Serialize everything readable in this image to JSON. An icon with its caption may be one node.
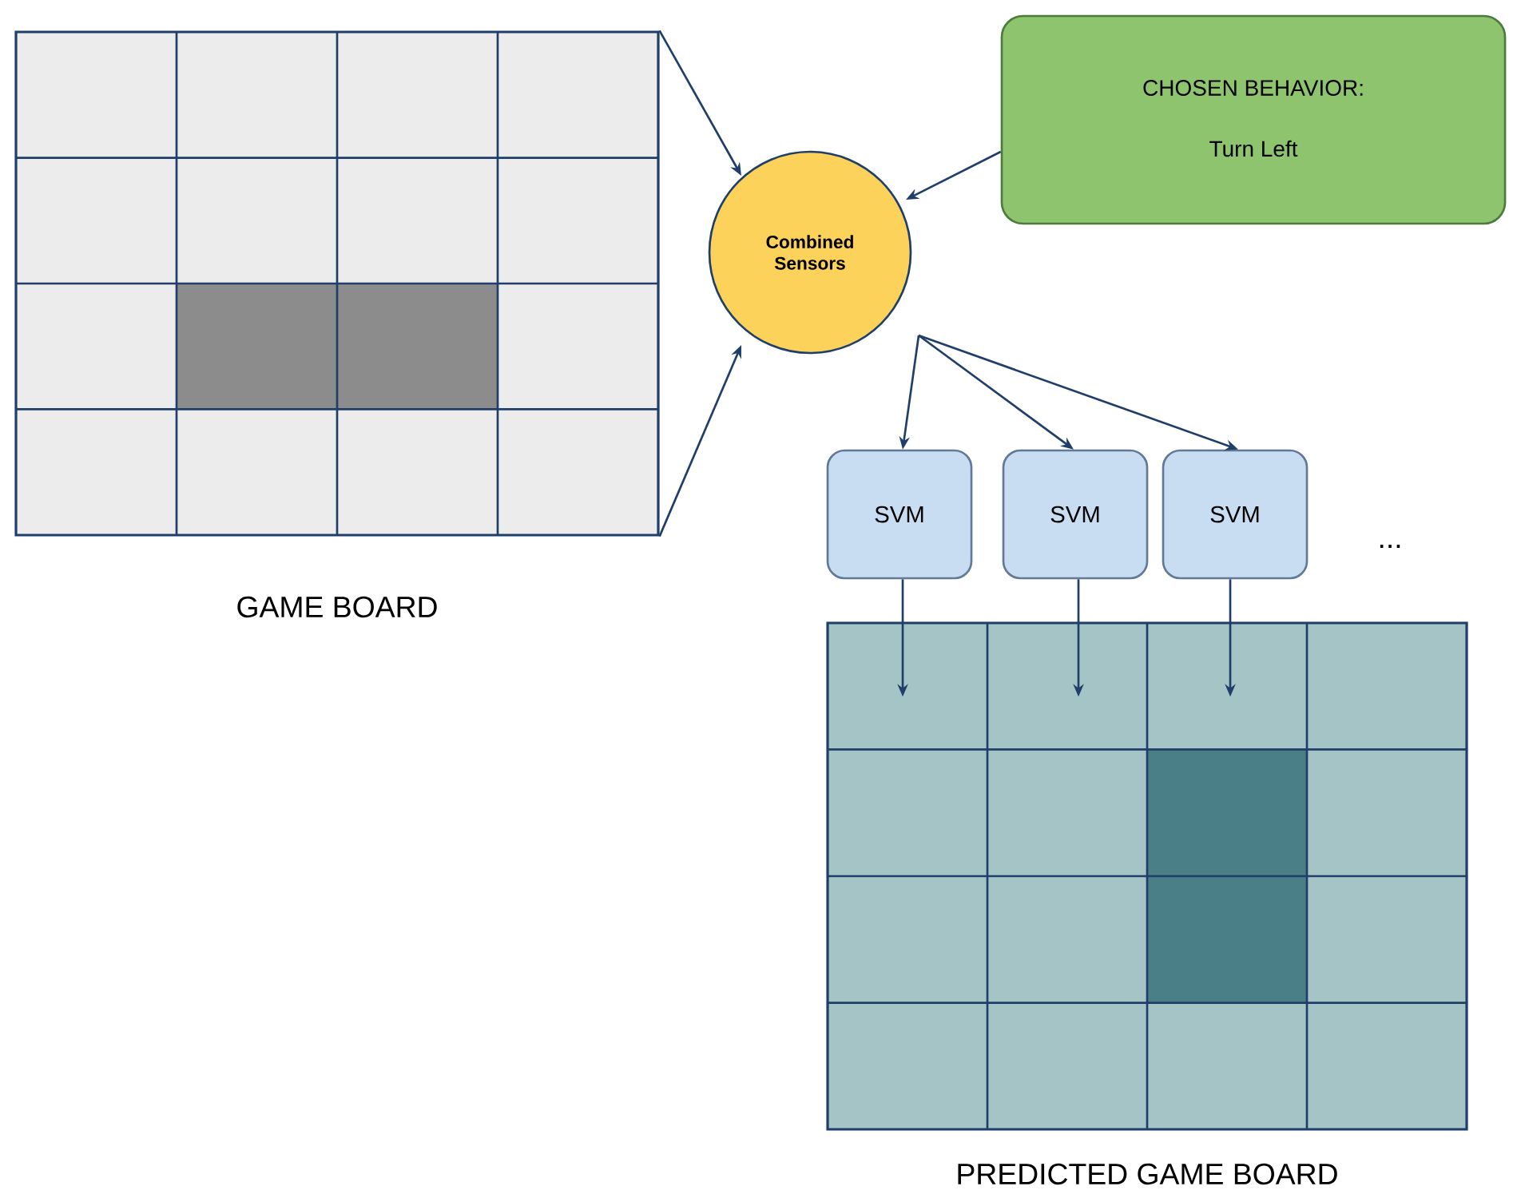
{
  "diagram": {
    "nodes": [
      {
        "text": [
          "GAME BOARD"
        ]
      },
      {
        "text": [
          "Combined Sensors"
        ]
      },
      {
        "text": [
          "CHOSEN BEHAVIOR:",
          "Turn Left"
        ]
      },
      {
        "text": [
          "SVM"
        ]
      },
      {
        "text": [
          "SVM"
        ]
      },
      {
        "text": [
          "SVM"
        ]
      },
      {
        "text": [
          "PREDICTED GAME BOARD"
        ]
      }
    ],
    "edges": [
      {
        "from": 0,
        "to": 1,
        "arrow": "to"
      },
      {
        "from": 0,
        "to": 1,
        "arrow": "to"
      },
      {
        "from": 2,
        "to": 1,
        "arrow": "to"
      },
      {
        "from": 1,
        "to": 3,
        "arrow": "to"
      },
      {
        "from": 1,
        "to": 4,
        "arrow": "to"
      },
      {
        "from": 1,
        "to": 5,
        "arrow": "to"
      },
      {
        "from": 3,
        "to": 6,
        "arrow": "to"
      },
      {
        "from": 4,
        "to": 6,
        "arrow": "to"
      },
      {
        "from": 5,
        "to": 6,
        "arrow": "to"
      }
    ],
    "labels": [
      "..."
    ]
  }
}
